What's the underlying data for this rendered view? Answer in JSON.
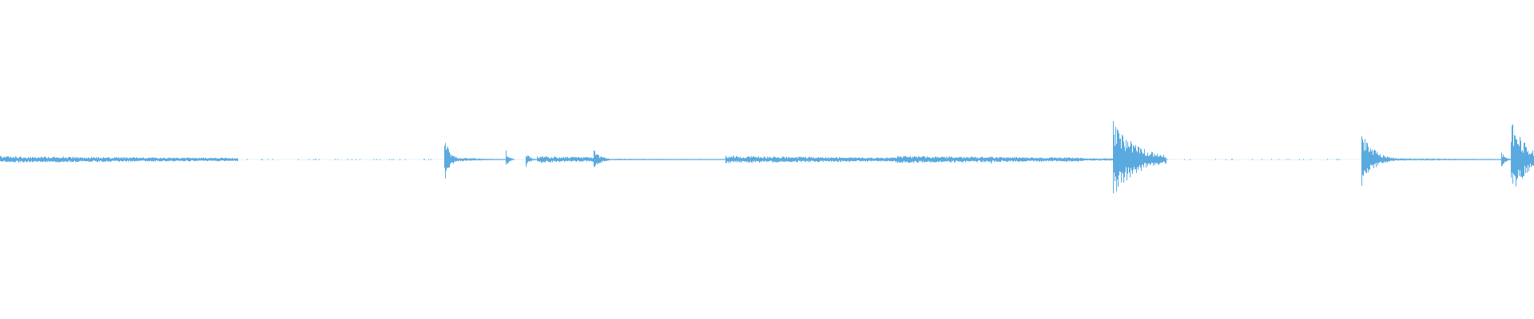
{
  "waveform": {
    "color": "#5aaae0",
    "background": "#ffffff",
    "regions": [
      {
        "start": 0.0,
        "end": 0.155,
        "amp": 0.085,
        "decay": 0.7
      },
      {
        "start": 0.155,
        "end": 0.283,
        "amp": 0.012,
        "decay": 0.0,
        "sparse": true
      },
      {
        "start": 0.29,
        "end": 0.3,
        "amp": 0.6,
        "decay": 3.0
      },
      {
        "start": 0.3,
        "end": 0.33,
        "amp": 0.05,
        "decay": 1.5
      },
      {
        "start": 0.33,
        "end": 0.335,
        "amp": 0.22,
        "decay": 3.0
      },
      {
        "start": 0.343,
        "end": 0.35,
        "amp": 0.2,
        "decay": 3.0
      },
      {
        "start": 0.35,
        "end": 0.387,
        "amp": 0.09,
        "decay": 0.5
      },
      {
        "start": 0.387,
        "end": 0.4,
        "amp": 0.26,
        "decay": 3.0
      },
      {
        "start": 0.4,
        "end": 0.473,
        "amp": 0.02,
        "decay": 0.5
      },
      {
        "start": 0.473,
        "end": 0.584,
        "amp": 0.09,
        "decay": 0.6
      },
      {
        "start": 0.584,
        "end": 0.706,
        "amp": 0.09,
        "decay": 0.6
      },
      {
        "start": 0.646,
        "end": 0.65,
        "amp": 0.12,
        "decay": 2.0
      },
      {
        "start": 0.706,
        "end": 0.726,
        "amp": 0.03,
        "decay": 0.0
      },
      {
        "start": 0.726,
        "end": 0.76,
        "amp": 0.93,
        "decay": 2.2
      },
      {
        "start": 0.76,
        "end": 0.875,
        "amp": 0.012,
        "decay": 0.0,
        "sparse": true
      },
      {
        "start": 0.888,
        "end": 0.91,
        "amp": 0.7,
        "decay": 3.0
      },
      {
        "start": 0.91,
        "end": 0.98,
        "amp": 0.03,
        "decay": 0.8
      },
      {
        "start": 0.979,
        "end": 0.985,
        "amp": 0.22,
        "decay": 3.0
      },
      {
        "start": 0.985,
        "end": 1.0,
        "amp": 1.0,
        "decay": 1.5
      }
    ]
  }
}
